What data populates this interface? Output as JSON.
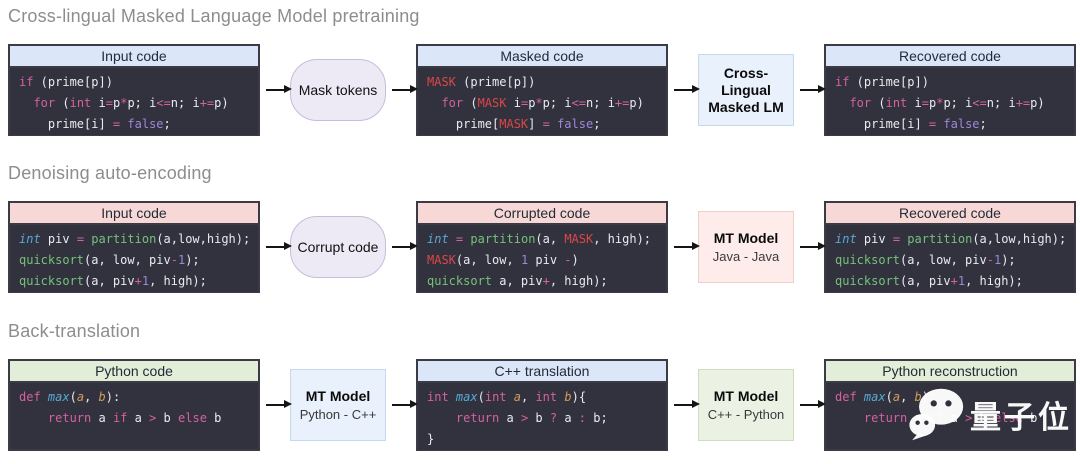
{
  "palette": {
    "code_background": "#32323f",
    "box_border": "#3b3b45",
    "keyword_pink": "#d3629e",
    "mask_red": "#db4747",
    "literal_purple": "#9e87d9",
    "function_green": "#76c17a",
    "type_cyan": "#57a8d6",
    "param_orange": "#d49a5b",
    "plain_code": "#eaeaf0",
    "header_blue": "#dbe7f8",
    "header_pink": "#f8d8d7",
    "header_green": "#e3eed8",
    "model_blue": "#e9f1fc",
    "model_pink": "#fdecea",
    "model_green": "#ebf2e3",
    "pill_lavender": "#edeaf5",
    "title_gray": "#8d8d90",
    "arrow_black": "#151515"
  },
  "rows": [
    {
      "title": "Cross-lingual Masked Language Model pretraining",
      "items": [
        {
          "type": "code",
          "theme": "blue",
          "header": "Input code",
          "lines": [
            [
              [
                "k",
                "if"
              ],
              [
                "w",
                " (prime[p])"
              ]
            ],
            [
              [
                "w",
                "  "
              ],
              [
                "k",
                "for"
              ],
              [
                "w",
                " ("
              ],
              [
                "k",
                "int"
              ],
              [
                "w",
                " i"
              ],
              [
                "k",
                "="
              ],
              [
                "w",
                "p"
              ],
              [
                "k",
                "*"
              ],
              [
                "w",
                "p; i"
              ],
              [
                "k",
                "<="
              ],
              [
                "w",
                "n; i"
              ],
              [
                "k",
                "+="
              ],
              [
                "w",
                "p)"
              ]
            ],
            [
              [
                "w",
                "    prime[i] "
              ],
              [
                "k",
                "="
              ],
              [
                "w",
                " "
              ],
              [
                "p",
                "false"
              ],
              [
                "w",
                ";"
              ]
            ]
          ]
        },
        {
          "type": "arrow"
        },
        {
          "type": "pill",
          "label": "Mask tokens"
        },
        {
          "type": "arrow"
        },
        {
          "type": "code",
          "theme": "blue",
          "header": "Masked code",
          "lines": [
            [
              [
                "r",
                "MASK"
              ],
              [
                "w",
                " (prime[p])"
              ]
            ],
            [
              [
                "w",
                "  "
              ],
              [
                "k",
                "for"
              ],
              [
                "w",
                " ("
              ],
              [
                "r",
                "MASK"
              ],
              [
                "w",
                " i"
              ],
              [
                "k",
                "="
              ],
              [
                "w",
                "p"
              ],
              [
                "k",
                "*"
              ],
              [
                "w",
                "p; i"
              ],
              [
                "k",
                "<="
              ],
              [
                "w",
                "n; i"
              ],
              [
                "k",
                "+="
              ],
              [
                "w",
                "p)"
              ]
            ],
            [
              [
                "w",
                "    prime["
              ],
              [
                "r",
                "MASK"
              ],
              [
                "w",
                "] "
              ],
              [
                "k",
                "="
              ],
              [
                "w",
                " "
              ],
              [
                "p",
                "false"
              ],
              [
                "w",
                ";"
              ]
            ]
          ]
        },
        {
          "type": "arrow"
        },
        {
          "type": "model",
          "theme": "blue",
          "line1": "Cross-Lingual",
          "line2": "Masked LM",
          "line2_bold": true
        },
        {
          "type": "arrow"
        },
        {
          "type": "code",
          "theme": "blue",
          "header": "Recovered code",
          "lines": [
            [
              [
                "k",
                "if"
              ],
              [
                "w",
                " (prime[p])"
              ]
            ],
            [
              [
                "w",
                "  "
              ],
              [
                "k",
                "for"
              ],
              [
                "w",
                " ("
              ],
              [
                "k",
                "int"
              ],
              [
                "w",
                " i"
              ],
              [
                "k",
                "="
              ],
              [
                "w",
                "p"
              ],
              [
                "k",
                "*"
              ],
              [
                "w",
                "p; i"
              ],
              [
                "k",
                "<="
              ],
              [
                "w",
                "n; i"
              ],
              [
                "k",
                "+="
              ],
              [
                "w",
                "p)"
              ]
            ],
            [
              [
                "w",
                "    prime[i] "
              ],
              [
                "k",
                "="
              ],
              [
                "w",
                " "
              ],
              [
                "p",
                "false"
              ],
              [
                "w",
                ";"
              ]
            ]
          ]
        }
      ]
    },
    {
      "title": "Denoising auto-encoding",
      "items": [
        {
          "type": "code",
          "theme": "pink",
          "header": "Input code",
          "lines": [
            [
              [
                "c",
                "int"
              ],
              [
                "w",
                " piv "
              ],
              [
                "k",
                "="
              ],
              [
                "w",
                " "
              ],
              [
                "g",
                "partition"
              ],
              [
                "w",
                "(a,low,high);"
              ]
            ],
            [
              [
                "g",
                "quicksort"
              ],
              [
                "w",
                "(a, low, piv"
              ],
              [
                "k",
                "-"
              ],
              [
                "p",
                "1"
              ],
              [
                "w",
                ");"
              ]
            ],
            [
              [
                "g",
                "quicksort"
              ],
              [
                "w",
                "(a, piv"
              ],
              [
                "k",
                "+"
              ],
              [
                "p",
                "1"
              ],
              [
                "w",
                ", high);"
              ]
            ]
          ]
        },
        {
          "type": "arrow"
        },
        {
          "type": "pill",
          "label": "Corrupt code"
        },
        {
          "type": "arrow"
        },
        {
          "type": "code",
          "theme": "pink",
          "header": "Corrupted code",
          "lines": [
            [
              [
                "c",
                "int"
              ],
              [
                "w",
                " "
              ],
              [
                "k",
                "="
              ],
              [
                "w",
                " "
              ],
              [
                "g",
                "partition"
              ],
              [
                "w",
                "(a, "
              ],
              [
                "r",
                "MASK"
              ],
              [
                "w",
                ", high);"
              ]
            ],
            [
              [
                "r",
                "MASK"
              ],
              [
                "w",
                "(a, low, "
              ],
              [
                "p",
                "1"
              ],
              [
                "w",
                " piv "
              ],
              [
                "k",
                "-"
              ],
              [
                "w",
                ")"
              ]
            ],
            [
              [
                "g",
                "quicksort"
              ],
              [
                "w",
                " a, piv"
              ],
              [
                "k",
                "+"
              ],
              [
                "w",
                ", high);"
              ]
            ]
          ]
        },
        {
          "type": "arrow"
        },
        {
          "type": "model",
          "theme": "pink",
          "line1": "MT Model",
          "line2": "Java - Java"
        },
        {
          "type": "arrow"
        },
        {
          "type": "code",
          "theme": "pink",
          "header": "Recovered code",
          "lines": [
            [
              [
                "c",
                "int"
              ],
              [
                "w",
                " piv "
              ],
              [
                "k",
                "="
              ],
              [
                "w",
                " "
              ],
              [
                "g",
                "partition"
              ],
              [
                "w",
                "(a,low,high);"
              ]
            ],
            [
              [
                "g",
                "quicksort"
              ],
              [
                "w",
                "(a, low, piv"
              ],
              [
                "k",
                "-"
              ],
              [
                "p",
                "1"
              ],
              [
                "w",
                ");"
              ]
            ],
            [
              [
                "g",
                "quicksort"
              ],
              [
                "w",
                "(a, piv"
              ],
              [
                "k",
                "+"
              ],
              [
                "p",
                "1"
              ],
              [
                "w",
                ", high);"
              ]
            ]
          ]
        }
      ]
    },
    {
      "title": "Back-translation",
      "items": [
        {
          "type": "code",
          "theme": "green",
          "header": "Python code",
          "lines": [
            [
              [
                "k",
                "def"
              ],
              [
                "w",
                " "
              ],
              [
                "c",
                "max"
              ],
              [
                "w",
                "("
              ],
              [
                "o",
                "a"
              ],
              [
                "w",
                ", "
              ],
              [
                "o",
                "b"
              ],
              [
                "w",
                "):"
              ]
            ],
            [
              [
                "w",
                "    "
              ],
              [
                "k",
                "return"
              ],
              [
                "w",
                " a "
              ],
              [
                "k",
                "if"
              ],
              [
                "w",
                " a "
              ],
              [
                "k",
                ">"
              ],
              [
                "w",
                " b "
              ],
              [
                "k",
                "else"
              ],
              [
                "w",
                " b"
              ]
            ]
          ]
        },
        {
          "type": "arrow"
        },
        {
          "type": "model",
          "theme": "blue",
          "line1": "MT Model",
          "line2": "Python - C++"
        },
        {
          "type": "arrow"
        },
        {
          "type": "code",
          "theme": "blue",
          "header": "C++ translation",
          "lines": [
            [
              [
                "k",
                "int"
              ],
              [
                "w",
                " "
              ],
              [
                "c",
                "max"
              ],
              [
                "w",
                "("
              ],
              [
                "k",
                "int"
              ],
              [
                "w",
                " "
              ],
              [
                "o",
                "a"
              ],
              [
                "w",
                ", "
              ],
              [
                "k",
                "int"
              ],
              [
                "w",
                " "
              ],
              [
                "o",
                "b"
              ],
              [
                "w",
                "){"
              ]
            ],
            [
              [
                "w",
                "    "
              ],
              [
                "k",
                "return"
              ],
              [
                "w",
                " a "
              ],
              [
                "k",
                ">"
              ],
              [
                "w",
                " b "
              ],
              [
                "k",
                "?"
              ],
              [
                "w",
                " a "
              ],
              [
                "k",
                ":"
              ],
              [
                "w",
                " b;"
              ]
            ],
            [
              [
                "w",
                "}"
              ]
            ]
          ]
        },
        {
          "type": "arrow"
        },
        {
          "type": "model",
          "theme": "green",
          "line1": "MT Model",
          "line2": "C++ - Python"
        },
        {
          "type": "arrow"
        },
        {
          "type": "code",
          "theme": "green",
          "header": "Python reconstruction",
          "lines": [
            [
              [
                "k",
                "def"
              ],
              [
                "w",
                " "
              ],
              [
                "c",
                "max"
              ],
              [
                "w",
                "("
              ],
              [
                "o",
                "a"
              ],
              [
                "w",
                ", "
              ],
              [
                "o",
                "b"
              ],
              [
                "w",
                "):"
              ]
            ],
            [
              [
                "w",
                "    "
              ],
              [
                "k",
                "return"
              ],
              [
                "w",
                " a "
              ],
              [
                "k",
                "if"
              ],
              [
                "w",
                " a "
              ],
              [
                "k",
                ">"
              ],
              [
                "w",
                " b "
              ],
              [
                "k",
                "else"
              ],
              [
                "w",
                " b"
              ]
            ]
          ]
        }
      ]
    }
  ],
  "watermark": {
    "text": "量子位",
    "icon": "wechat-icon"
  }
}
